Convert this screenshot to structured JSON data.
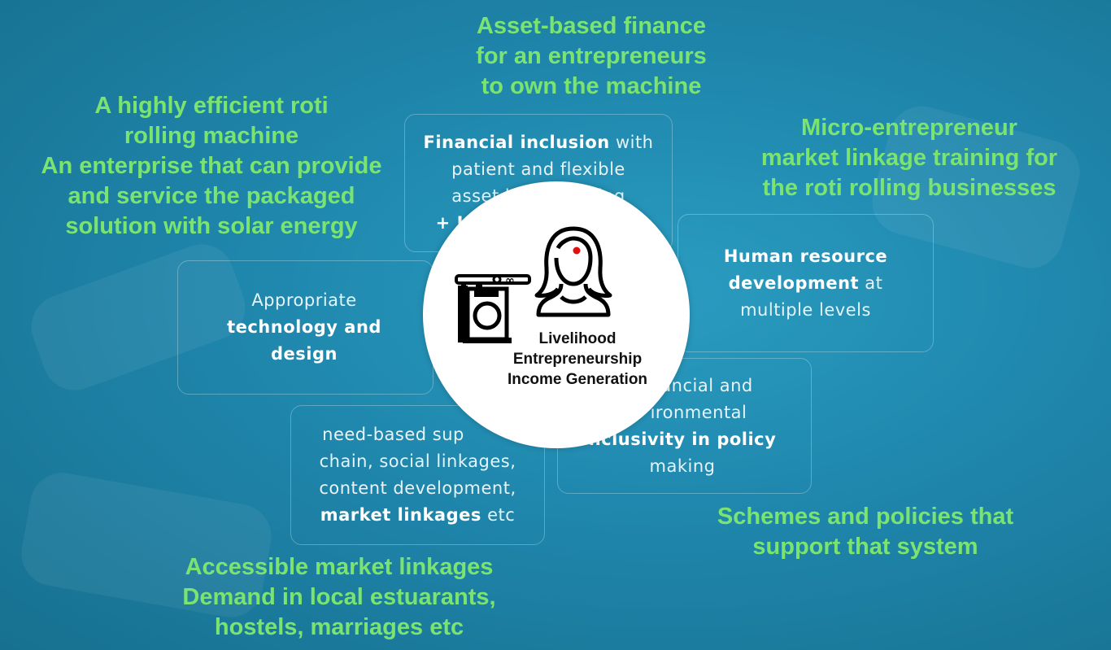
{
  "headings": {
    "finance": [
      "Asset-based finance",
      "for an entrepreneurs",
      "to own the machine"
    ],
    "machine": [
      "A highly efficient roti",
      "rolling machine",
      "An enterprise that can provide",
      "and service the packaged",
      "solution with solar energy"
    ],
    "training": [
      "Micro-entrepreneur",
      "market linkage training for",
      "the roti rolling businesses"
    ],
    "policies": [
      "Schemes and policies that",
      "support that system"
    ],
    "market": [
      "Accessible market linkages",
      "Demand in local estuarants,",
      "hostels, marriages etc"
    ]
  },
  "boxes": {
    "financial": {
      "bold1": "Financial inclusion",
      "rest1": " with",
      "line2": "patient and flexible",
      "line3": "asset b",
      "line3b": "ing",
      "line4a": "+ In",
      "line4b": "s"
    },
    "technology": {
      "line1": "Appropriate",
      "bold2": "technology and",
      "bold3": "design"
    },
    "hr": {
      "bold1": "Human resource",
      "bold2": "development",
      "rest2": " at",
      "line3": "multiple levels"
    },
    "policy": {
      "line1": "ancial and",
      "line2": "ironmental",
      "bold3": "nclusivity in policy",
      "line4": "making"
    },
    "supply": {
      "line1": "need-based sup",
      "line2": "chain, social linkages,",
      "line3": "content development,",
      "bold4": "market linkages",
      "rest4": " etc"
    }
  },
  "center": {
    "line1": "Livelihood",
    "line2": "Entrepreneurship",
    "line3": "Income Generation"
  },
  "icons": {
    "machine": "roti-machine-icon",
    "person": "woman-entrepreneur-icon"
  },
  "colors": {
    "accent_green": "#7be36f",
    "background": "#1f86ac",
    "bindi": "#e01010"
  }
}
